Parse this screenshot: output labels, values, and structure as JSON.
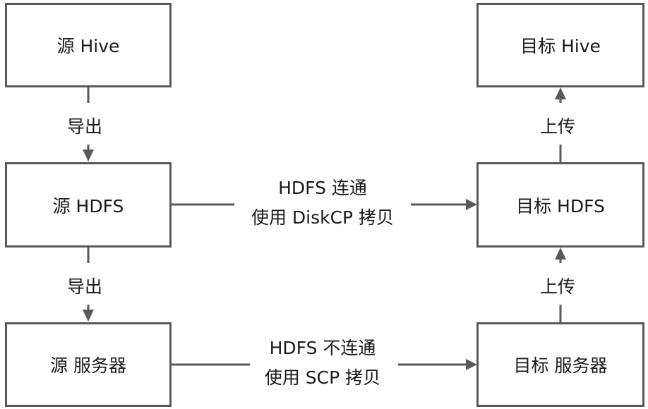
{
  "nodes": {
    "src_hive": "源 Hive",
    "src_hdfs": "源 HDFS",
    "src_server": "源 服务器",
    "dst_hive": "目标 Hive",
    "dst_hdfs": "目标 HDFS",
    "dst_server": "目标 服务器"
  },
  "edges": {
    "export_1": "导出",
    "export_2": "导出",
    "upload_1": "上传",
    "upload_2": "上传",
    "hdfs_connected_line1": "HDFS 连通",
    "hdfs_connected_line2": "使用 DiskCP 拷贝",
    "hdfs_disconnected_line1": "HDFS 不连通",
    "hdfs_disconnected_line2": "使用 SCP 拷贝"
  },
  "colors": {
    "stroke": "#595959",
    "text": "#1a1a1a",
    "background": "#ffffff"
  }
}
